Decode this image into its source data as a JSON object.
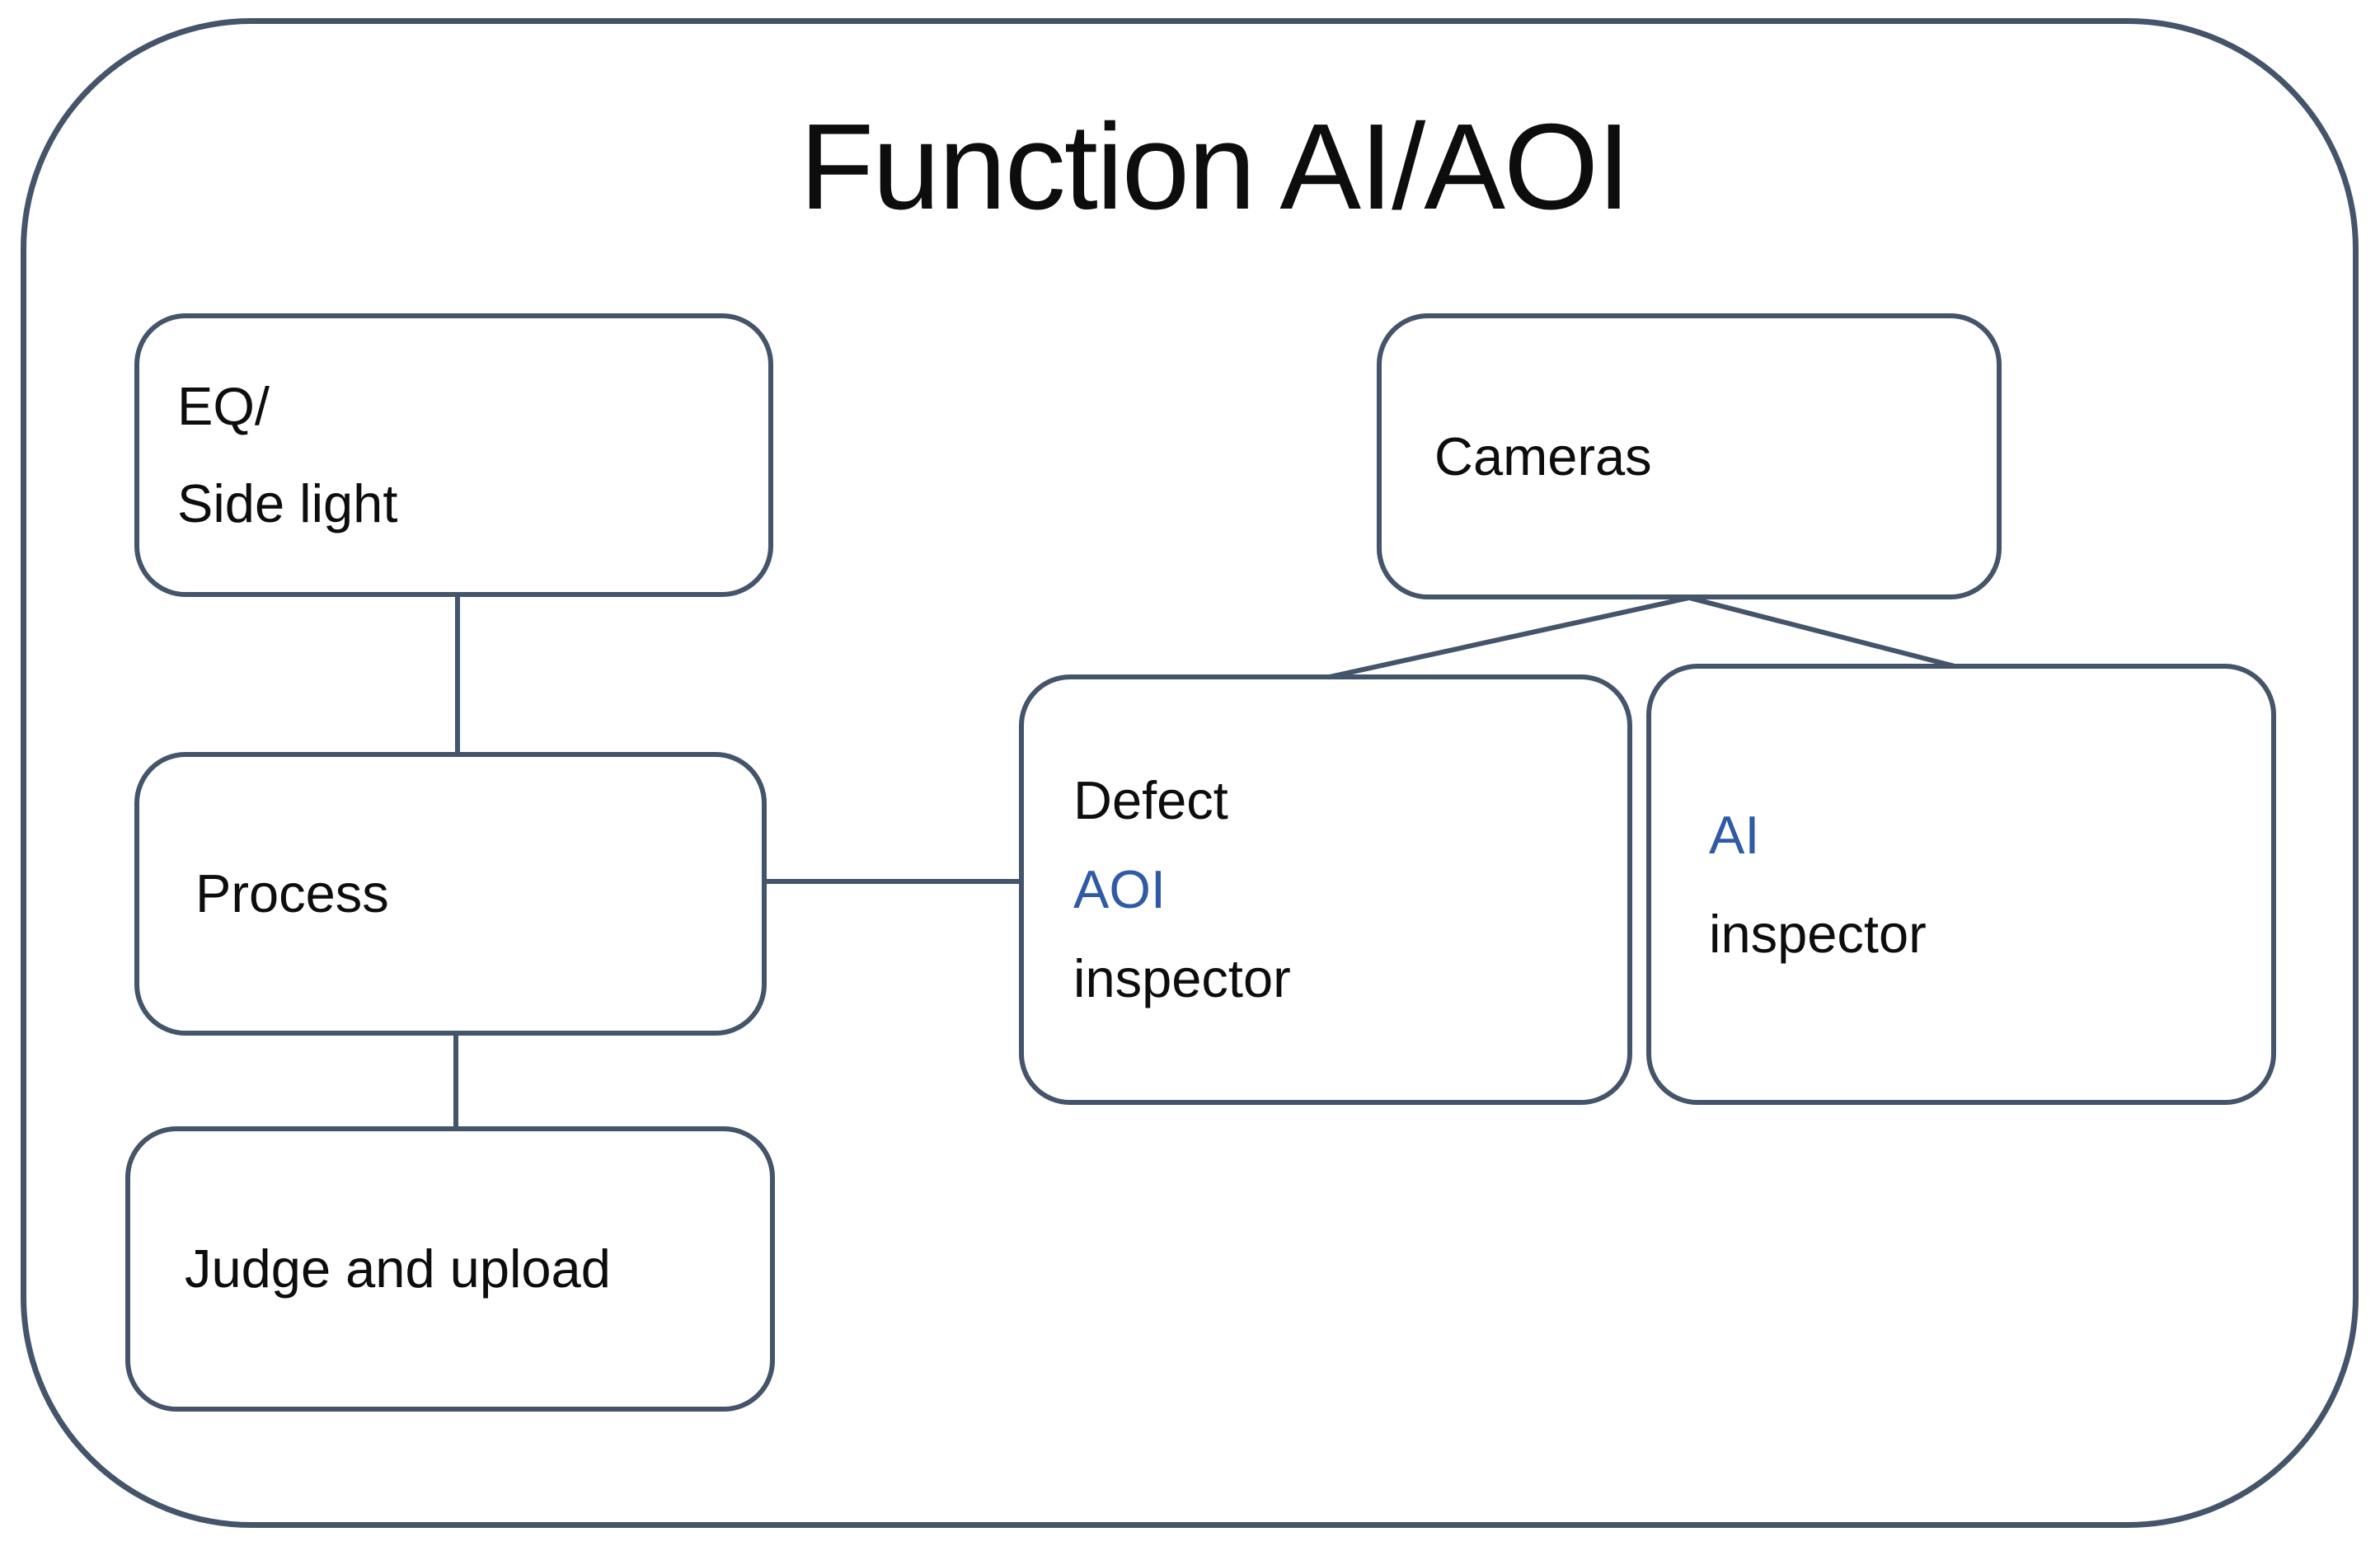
{
  "diagram": {
    "title": "Function AI/AOI",
    "colors": {
      "outline": "#44546a",
      "accent_blue": "#2f5aa5",
      "text": "#0d0d0d",
      "background": "#ffffff"
    },
    "nodes": {
      "eq_side_light": {
        "lines": [
          "EQ/",
          "Side light"
        ]
      },
      "cameras": {
        "label": "Cameras"
      },
      "process": {
        "label": "Process"
      },
      "defect_aoi_inspector": {
        "lines": [
          "Defect",
          "AOI",
          "inspector"
        ],
        "accent_line": "AOI"
      },
      "ai_inspector": {
        "lines": [
          "AI",
          "inspector"
        ],
        "accent_line": "AI"
      },
      "judge_and_upload": {
        "label": "Judge and upload"
      }
    },
    "edges": [
      {
        "from": "eq_side_light",
        "to": "process"
      },
      {
        "from": "process",
        "to": "judge_and_upload"
      },
      {
        "from": "process",
        "to": "defect_aoi_inspector"
      },
      {
        "from": "cameras",
        "to": "defect_aoi_inspector"
      },
      {
        "from": "cameras",
        "to": "ai_inspector"
      }
    ]
  }
}
